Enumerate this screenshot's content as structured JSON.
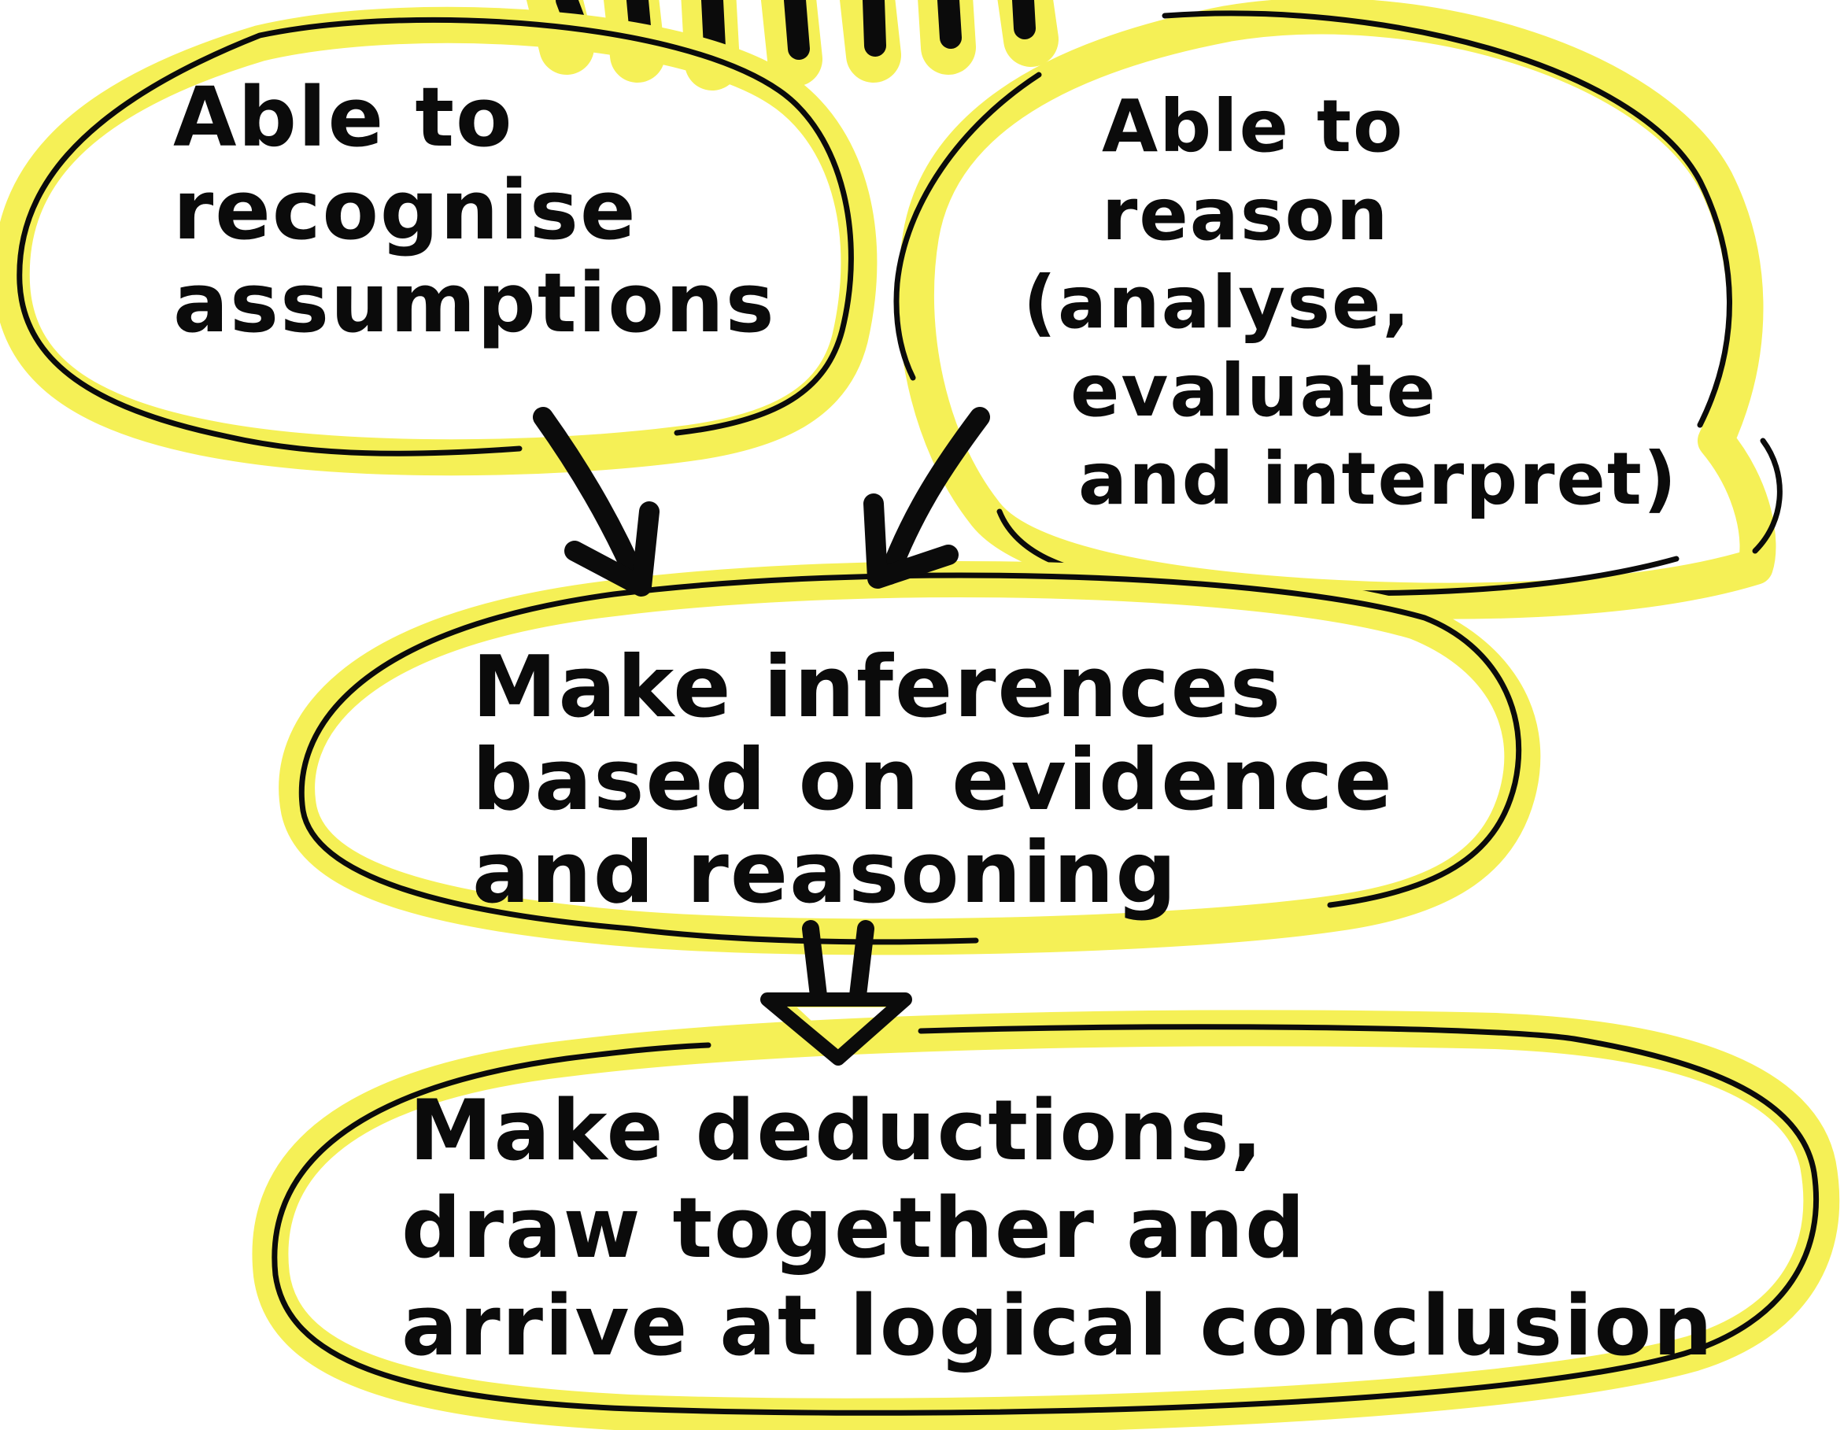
{
  "colors": {
    "highlight": "#f5f056",
    "ink": "#0b0b0b",
    "background": "#ffffff"
  },
  "nodes": {
    "recognise": {
      "lines": [
        "Able  to",
        "recognise",
        "assumptions"
      ]
    },
    "reason": {
      "lines": [
        "Able to",
        "reason",
        "(analyse,",
        "evaluate",
        "and interpret)"
      ]
    },
    "inferences": {
      "lines": [
        "Make inferences",
        "based on evidence",
        "and reasoning"
      ]
    },
    "deductions": {
      "lines": [
        "Make deductions,",
        "draw together and",
        "arrive at logical conclusion"
      ]
    }
  }
}
